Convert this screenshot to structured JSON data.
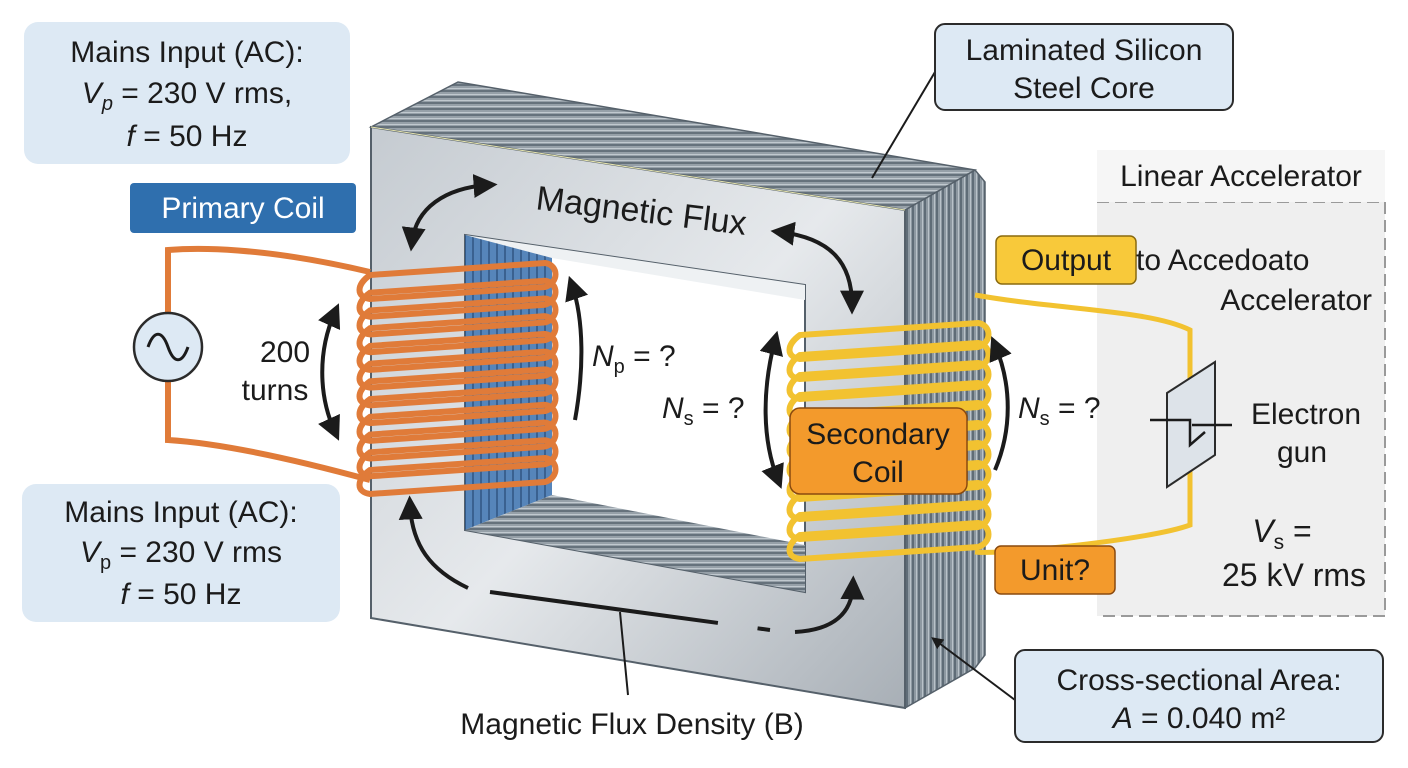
{
  "colors": {
    "label_box_fill": "#dde9f4",
    "primary_label_fill": "#2f6fae",
    "primary_coil": "#e07b39",
    "secondary_coil": "#f2c230",
    "secondary_label_fill": "#f39a2c",
    "output_label_fill": "#f8c93a",
    "core_gray": "#a9b0b8"
  },
  "icons": {
    "ac_source": "sine-wave-in-circle",
    "electron_gun": "electrode-plate",
    "flux_arrows": "curved-double-arrow"
  },
  "mains_top": {
    "line1": "Mains Input (AC):",
    "vp_symbol": "V",
    "vp_sub": "p",
    "vp_value": " = 230 V rms,",
    "f_symbol": "f",
    "f_value": " = 50 Hz"
  },
  "mains_bottom": {
    "line1": "Mains Input (AC):",
    "vp_symbol": "V",
    "vp_sub": "p",
    "vp_value": " = 230 V rms",
    "f_symbol": "f",
    "f_value": " = 50 Hz"
  },
  "primary_coil_label": "Primary Coil",
  "turns": {
    "number": "200",
    "word": "turns"
  },
  "np_label": {
    "symbol": "N",
    "sub": "p",
    "value": " = ?"
  },
  "ns_inner": {
    "symbol": "N",
    "sub": "s",
    "value": " = ?"
  },
  "ns_outer": {
    "symbol": "N",
    "sub": "s",
    "value": " = ?"
  },
  "magnetic_flux_label": "Magnetic Flux",
  "core_label": {
    "line1": "Laminated Silicon",
    "line2": "Steel Core"
  },
  "secondary_coil_label": {
    "line1": "Secondary",
    "line2": "Coil"
  },
  "output_label": {
    "badge": "Output",
    "rest": " to Accedoato",
    "line2": "Accelerator"
  },
  "accelerator": {
    "title": "Linear Accelerator",
    "gun_line1": "Electron",
    "gun_line2": "gun",
    "vs_symbol": "V",
    "vs_sub": "s",
    "vs_eq": " =",
    "vs_value": "25 kV rms"
  },
  "unit_label": "Unit?",
  "flux_density_label": "Magnetic Flux Density (B)",
  "cross_section": {
    "line1": "Cross-sectional Area:",
    "a_symbol": "A",
    "a_value": " = 0.040 m²"
  }
}
